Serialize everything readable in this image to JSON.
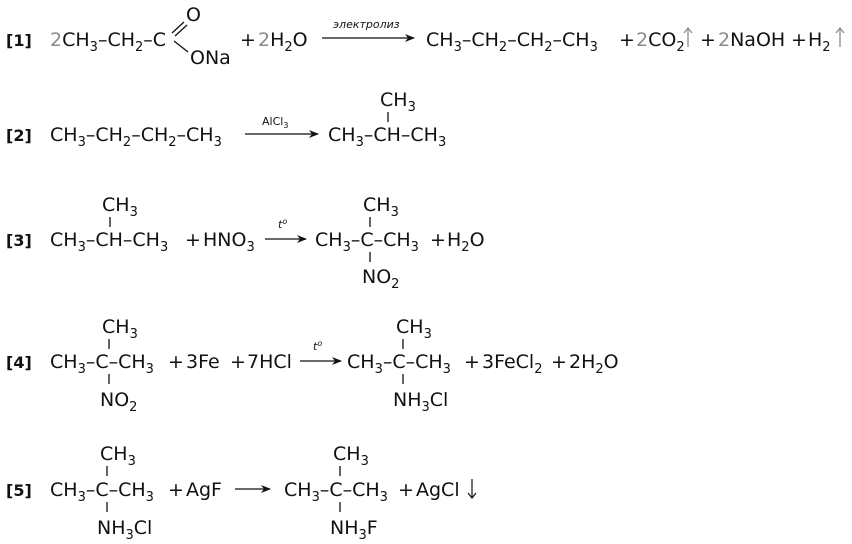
{
  "reactions": [
    {
      "label": "[1]",
      "coef_salt": "2",
      "salt_main": "CH",
      "salt_tail": "–CH",
      "salt_tail2": "–C",
      "salt_o": "O",
      "salt_ona": "ONa",
      "plus1": "+",
      "coef_water": "2",
      "water": "H",
      "water_o": "O",
      "condition": "электролиз",
      "butane": "CH",
      "butane_c1": "–CH",
      "butane_c2": "–CH",
      "butane_c3": "–CH",
      "plus2": "+",
      "coef_co2": "2",
      "co2": "CO",
      "plus3": "+",
      "coef_naoh": "2",
      "naoh": "NaOH",
      "plus4": "+",
      "h2": "H"
    },
    {
      "label": "[2]",
      "reactant": [
        "CH",
        "–CH",
        "–CH",
        "–CH"
      ],
      "condition_main": "AlCl",
      "condition_sub": "3",
      "product_top": "CH",
      "product_main": [
        "CH",
        "–CH–CH"
      ]
    },
    {
      "label": "[3]",
      "reactant_top": "CH",
      "reactant_main": [
        "CH",
        "–CH–CH"
      ],
      "plus1": "+",
      "hno3": "HNO",
      "condition": "t",
      "condition_sup": "o",
      "product_top": "CH",
      "product_main": [
        "CH",
        "–C–CH"
      ],
      "product_bottom": "NO",
      "plus2": "+",
      "water": "H",
      "water_o": "O"
    },
    {
      "label": "[4]",
      "reactant_top": "CH",
      "reactant_main": [
        "CH",
        "–C–CH"
      ],
      "reactant_bottom": "NO",
      "plus1": "+",
      "fe": "3Fe",
      "plus2": "+",
      "hcl": "7HCl",
      "condition": "t",
      "condition_sup": "o",
      "product_top": "CH",
      "product_main": [
        "CH",
        "–C–CH"
      ],
      "product_bottom": [
        "NH",
        "Cl"
      ],
      "plus3": "+",
      "fecl2": "3FeCl",
      "plus4": "+",
      "water": "2H",
      "water_o": "O"
    },
    {
      "label": "[5]",
      "reactant_top": "CH",
      "reactant_main": [
        "CH",
        "–C–CH"
      ],
      "reactant_bottom": [
        "NH",
        "Cl"
      ],
      "plus1": "+",
      "agf": "AgF",
      "product_top": "CH",
      "product_main": [
        "CH",
        "–C–CH"
      ],
      "product_bottom": [
        "NH",
        "F"
      ],
      "plus2": "+",
      "agcl": "AgCl"
    }
  ],
  "subscripts": {
    "two": "2",
    "three": "3"
  },
  "colors": {
    "ink": "#111111",
    "coefficient": "#8a8a8a"
  }
}
